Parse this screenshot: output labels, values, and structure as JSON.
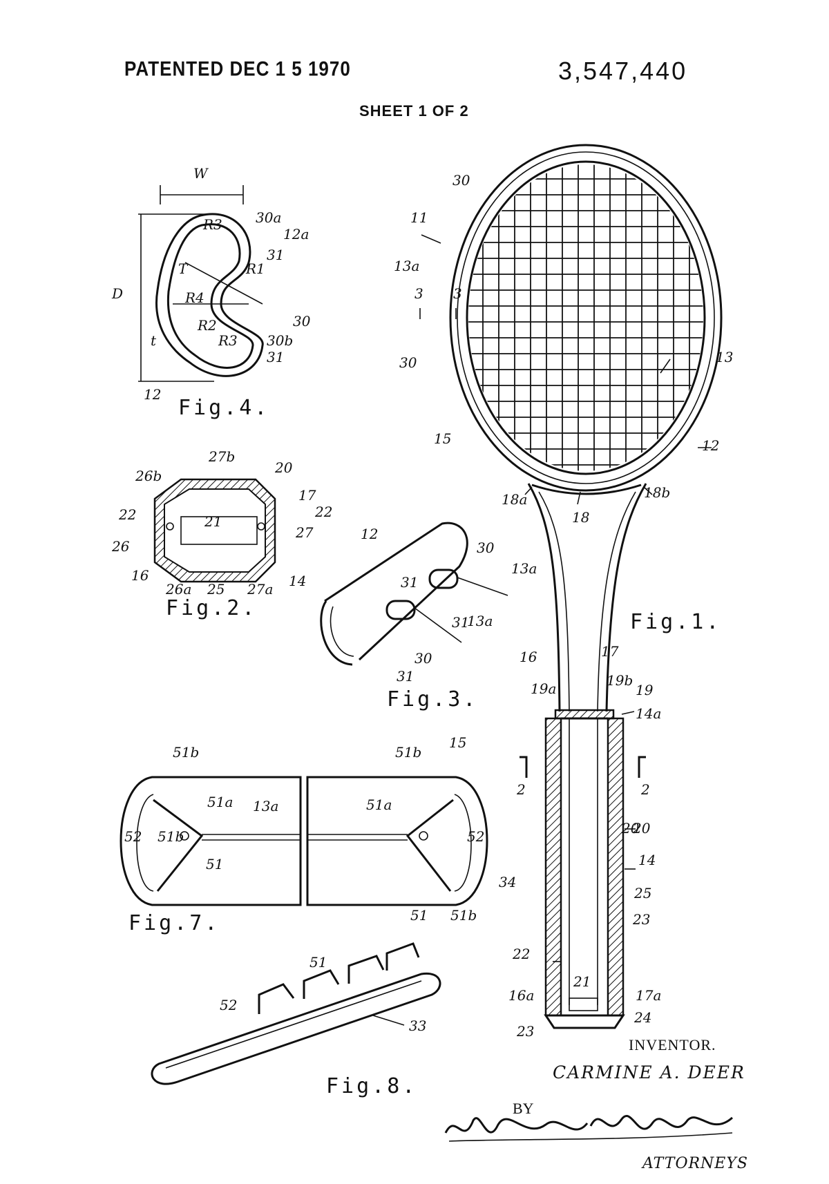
{
  "header": {
    "patented": "PATENTED DEC 1 5 1970",
    "patent_number": "3,547,440",
    "sheet": "SHEET 1 OF 2"
  },
  "figures": {
    "fig1": "Fig.1.",
    "fig2": "Fig.2.",
    "fig3": "Fig.3.",
    "fig4": "Fig.4.",
    "fig7": "Fig.7.",
    "fig8": "Fig.8."
  },
  "fig1_labels": [
    "30",
    "11",
    "13a",
    "3",
    "3",
    "30",
    "13",
    "15",
    "12",
    "18a",
    "18",
    "18b",
    "16",
    "17",
    "19a",
    "19b",
    "19",
    "14a",
    "2",
    "2",
    "20",
    "14",
    "25",
    "23",
    "22",
    "21",
    "16a",
    "17a",
    "23",
    "24"
  ],
  "fig2_labels": [
    "27b",
    "20",
    "26b",
    "17",
    "22",
    "22",
    "21",
    "27",
    "26",
    "16",
    "26a",
    "25",
    "27a",
    "14"
  ],
  "fig3_labels": [
    "12",
    "30",
    "13a",
    "31",
    "31",
    "13a",
    "30",
    "31"
  ],
  "fig4_labels": [
    "W",
    "30a",
    "R3",
    "12a",
    "31",
    "R1",
    "T",
    "D",
    "R4",
    "30",
    "R2",
    "30b",
    "t",
    "R3",
    "31",
    "12"
  ],
  "fig7_labels": [
    "51b",
    "51a",
    "13a",
    "52",
    "51b",
    "51",
    "51b",
    "15",
    "51a",
    "52",
    "20",
    "34",
    "51",
    "51b"
  ],
  "fig8_labels": [
    "51",
    "52",
    "33"
  ],
  "inventor": {
    "caption": "INVENTOR.",
    "name": "CARMINE A. DEER",
    "by": "BY",
    "signature": "Wood, McElhaney, Brooks & Fitzpatrick",
    "attorneys": "ATTORNEYS"
  }
}
